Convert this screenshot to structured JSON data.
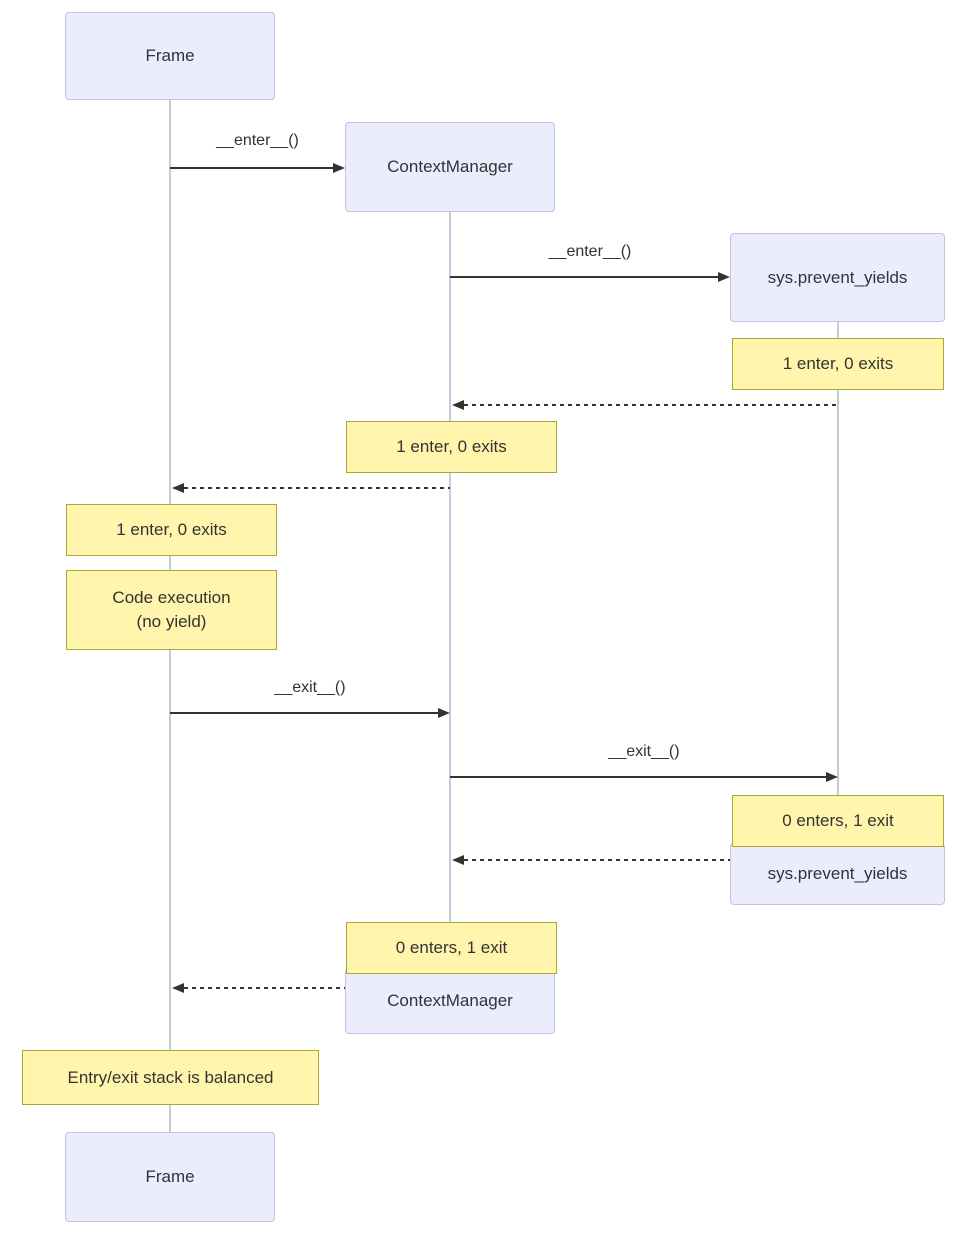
{
  "diagram": {
    "type": "sequence-diagram",
    "participants": {
      "frame_top": "Frame",
      "context_manager_top": "ContextManager",
      "sys_prevent_yields_top": "sys.prevent_yields",
      "sys_prevent_yields_bottom": "sys.prevent_yields",
      "context_manager_bottom": "ContextManager",
      "frame_bottom": "Frame"
    },
    "messages": {
      "frame_enter": "__enter__()",
      "cm_enter": "__enter__()",
      "frame_exit": "__exit__()",
      "cm_exit": "__exit__()"
    },
    "notes": {
      "sys_after_enter": "1 enter, 0 exits",
      "cm_after_enter": "1 enter, 0 exits",
      "frame_after_enter": "1 enter, 0 exits",
      "code_execution_line1": "Code execution",
      "code_execution_line2": "(no yield)",
      "sys_after_exit": "0 enters, 1 exit",
      "cm_after_exit": "0 enters, 1 exit",
      "conclusion": "Entry/exit stack is balanced"
    },
    "colors": {
      "participant_fill": "#ECECFF",
      "participant_border": "#C3C3E0",
      "note_fill": "#FFF5AD",
      "note_border": "#AAAA33",
      "arrow": "#333333",
      "lifeline": "#C9C9DE",
      "text": "#333333"
    }
  }
}
